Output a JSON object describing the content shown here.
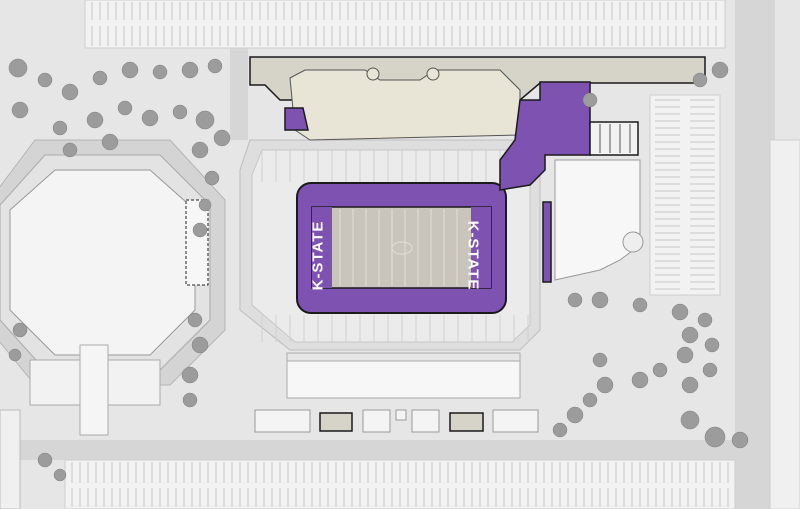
{
  "map": {
    "title": "",
    "field_wordmark_left": "K-STATE",
    "field_wordmark_right": "K-STATE",
    "colors": {
      "background": "#e6e6e6",
      "parking_lot": "#f2f2f2",
      "parking_stripe": "#c8c8c8",
      "road": "#d9d9d9",
      "stadium_bowl": "#dcdcdc",
      "seating": "#efefef",
      "purple": "#7e52b0",
      "field": "#c9c4bc",
      "building": "#f7f7f7",
      "outline": "#1a1a1a",
      "tree": "#9c9c9c",
      "new_construction": "#d6d3c8"
    },
    "features": [
      {
        "name": "stadium",
        "kind": "football-stadium"
      },
      {
        "name": "arena",
        "kind": "octagonal-arena"
      },
      {
        "name": "purple-concourse",
        "kind": "highlighted-structure"
      },
      {
        "name": "parking-lots",
        "kind": "parking"
      },
      {
        "name": "trees",
        "kind": "vegetation"
      },
      {
        "name": "roads",
        "kind": "road"
      }
    ]
  }
}
